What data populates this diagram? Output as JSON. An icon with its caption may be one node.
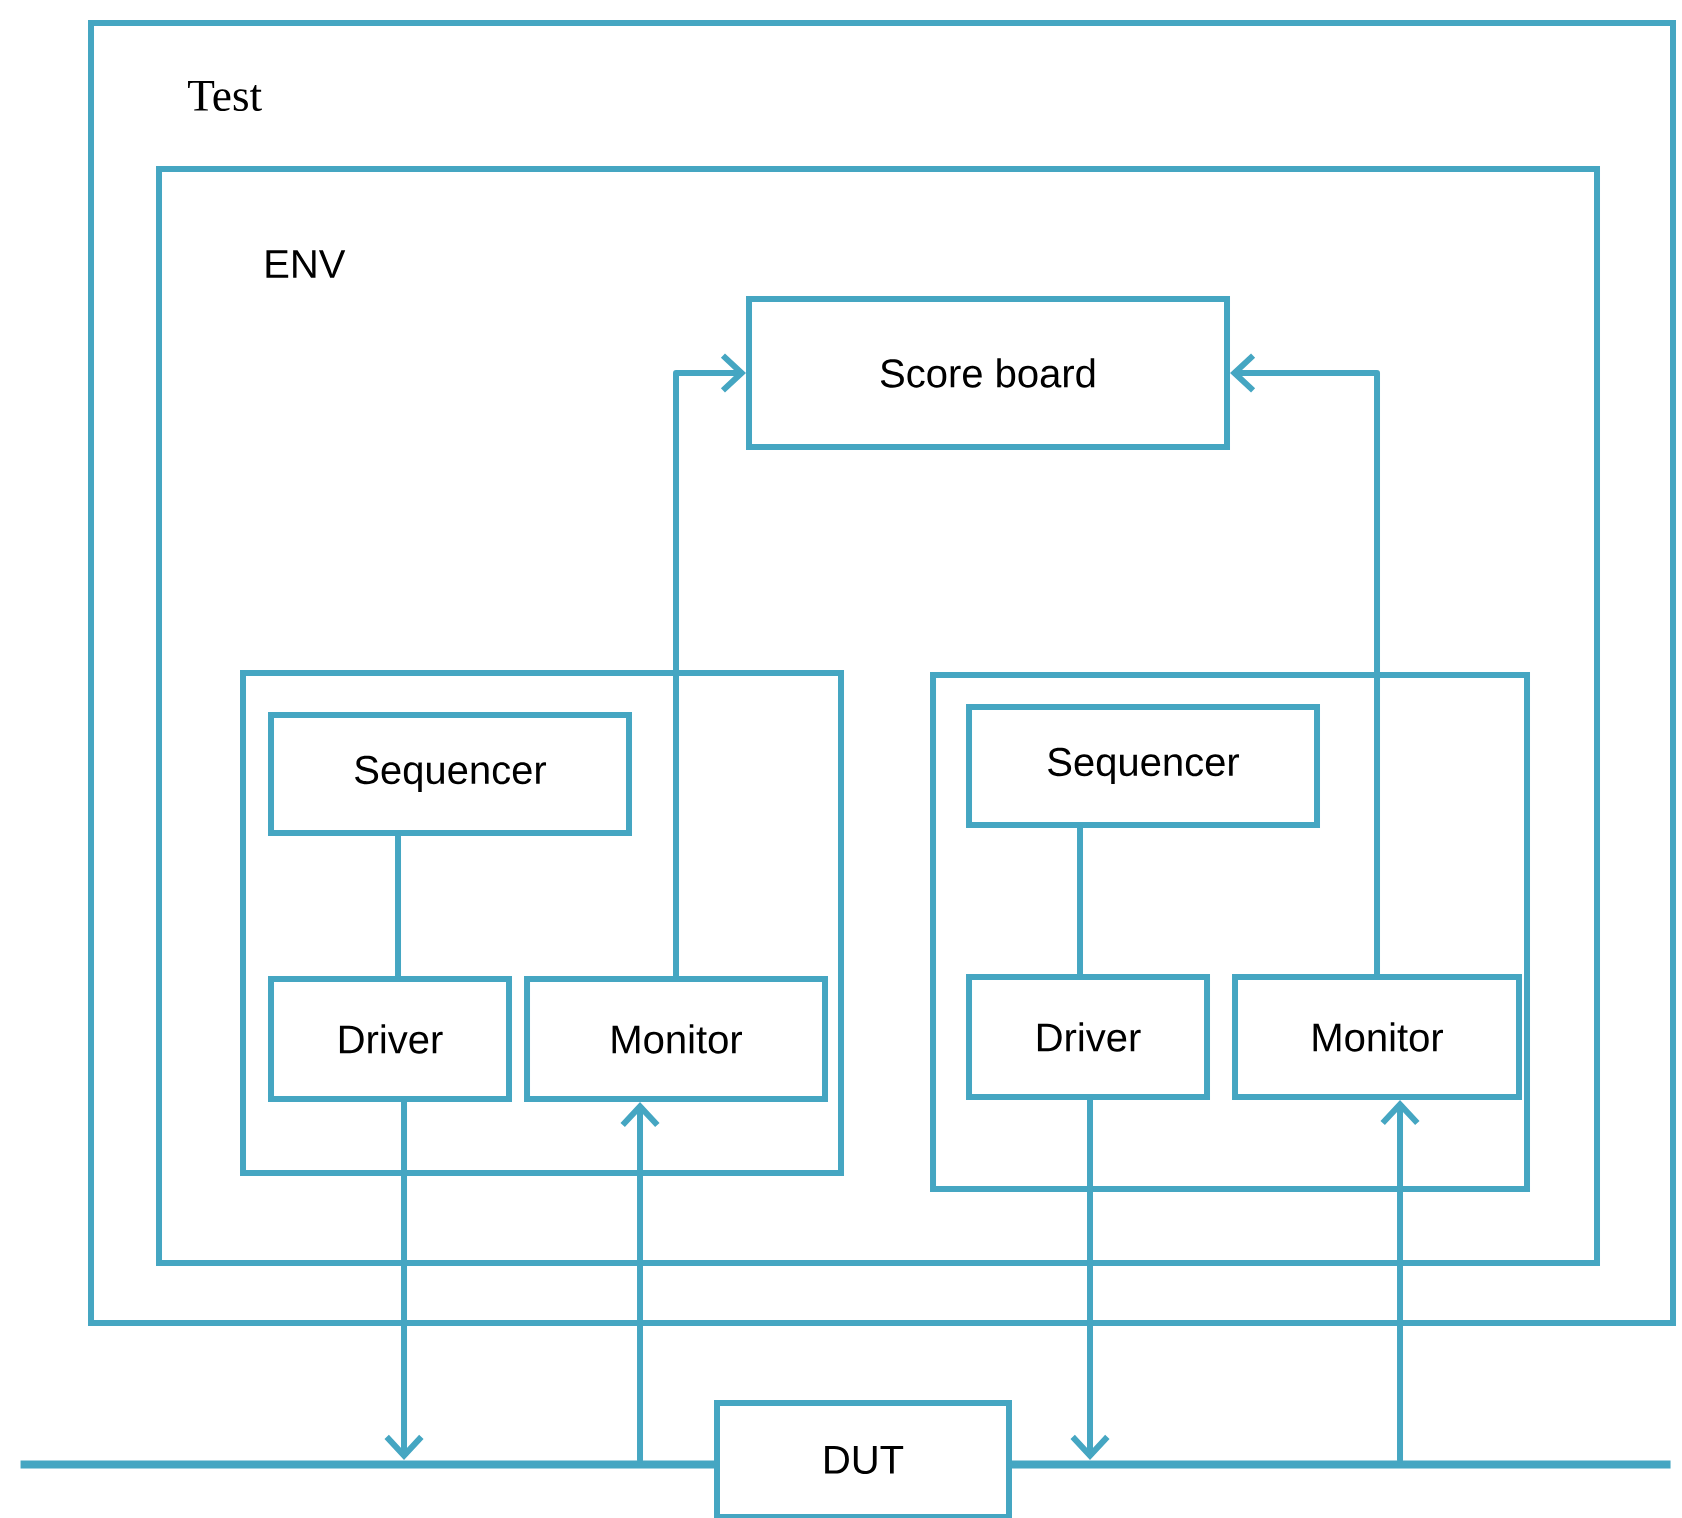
{
  "diagram": {
    "nodes": [
      {
        "text": [
          "Test"
        ]
      },
      {
        "text": [
          "ENV"
        ],
        "in": 0
      },
      {
        "text": [
          "Score board"
        ],
        "in": 1
      },
      {
        "text": [],
        "shape": "box",
        "in": 1
      },
      {
        "text": [
          "Sequencer"
        ],
        "in": 3
      },
      {
        "text": [
          "Driver"
        ],
        "in": 3
      },
      {
        "text": [
          "Monitor"
        ],
        "in": 3
      },
      {
        "text": [],
        "shape": "box",
        "in": 1
      },
      {
        "text": [
          "Sequencer"
        ],
        "in": 7
      },
      {
        "text": [
          "Driver"
        ],
        "in": 7
      },
      {
        "text": [
          "Monitor"
        ],
        "in": 7
      },
      {
        "text": [],
        "shape": "line"
      },
      {
        "text": [
          "DUT"
        ]
      },
      {
        "text": [],
        "shape": "line"
      }
    ],
    "edges": [
      {
        "from": 4,
        "to": 5,
        "arrow": "none"
      },
      {
        "from": 6,
        "to": 2,
        "arrow": "to"
      },
      {
        "from": 5,
        "to": 11,
        "arrow": "to"
      },
      {
        "from": 11,
        "to": 6,
        "arrow": "to"
      },
      {
        "from": 8,
        "to": 9,
        "arrow": "none"
      },
      {
        "from": 10,
        "to": 2,
        "arrow": "to"
      },
      {
        "from": 9,
        "to": 13,
        "arrow": "to"
      },
      {
        "from": 13,
        "to": 10,
        "arrow": "to"
      }
    ]
  }
}
